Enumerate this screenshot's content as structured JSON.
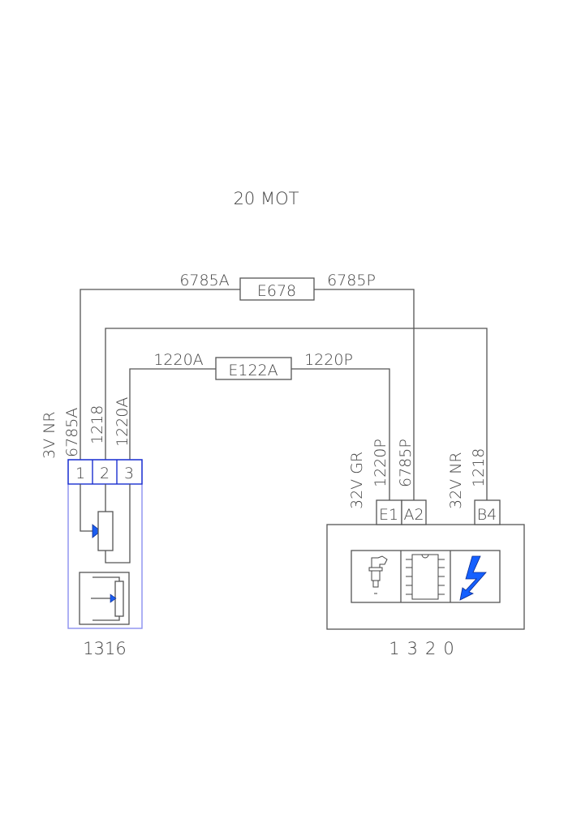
{
  "title": "20 MOT",
  "wires": [
    {
      "id": "6785",
      "left_label": "6785A",
      "splice": "E678",
      "right_label": "6785P"
    },
    {
      "id": "1218",
      "left_label": "1218",
      "right_label": "1218"
    },
    {
      "id": "1220",
      "left_label": "1220A",
      "splice": "E122A",
      "right_label": "1220P"
    }
  ],
  "component_1316": {
    "label": "1316",
    "connector_spec": "3V NR",
    "pins": [
      {
        "pin": "1",
        "wire": "6785A"
      },
      {
        "pin": "2",
        "wire": "1218"
      },
      {
        "pin": "3",
        "wire": "1220A"
      }
    ]
  },
  "component_1320": {
    "label": "1320",
    "connectors": [
      {
        "spec": "32V GR",
        "pins": [
          {
            "pin": "E1",
            "wire": "1220P"
          },
          {
            "pin": "A2",
            "wire": "6785P"
          }
        ]
      },
      {
        "spec": "32V NR",
        "pins": [
          {
            "pin": "B4",
            "wire": "1218"
          }
        ]
      }
    ],
    "icons": [
      "injector-icon",
      "chip-icon",
      "lightning-icon"
    ]
  },
  "colors": {
    "connector_blue": "#1a2fd0",
    "arrow_blue": "#1a5cf0",
    "bolt_blue": "#1560ff"
  }
}
